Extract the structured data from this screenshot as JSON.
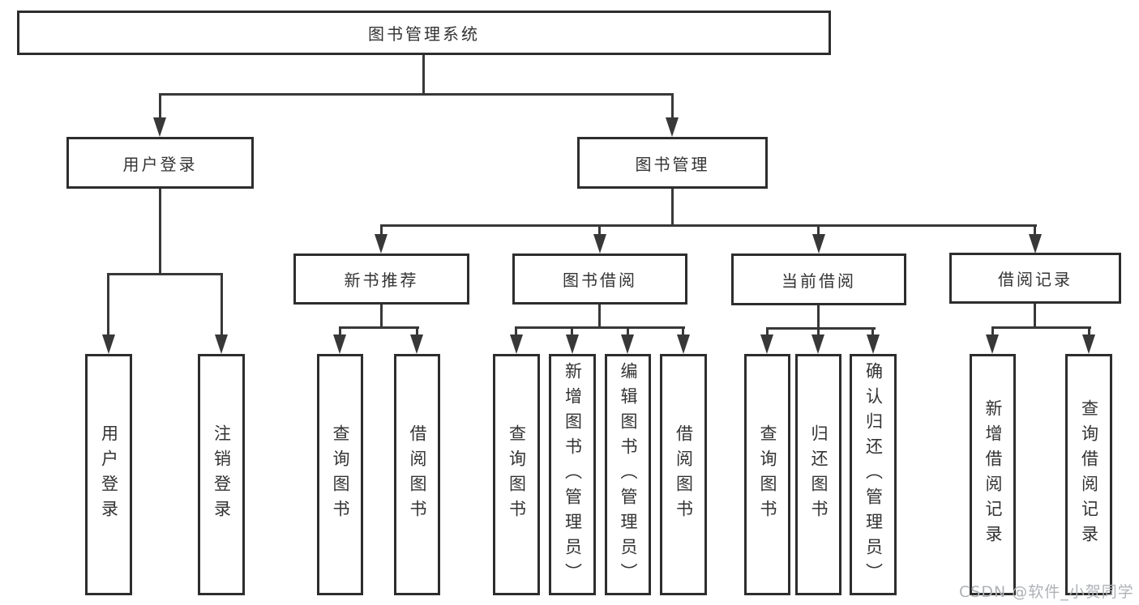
{
  "diagram": {
    "root": {
      "label": "图书管理系统",
      "children": [
        {
          "label": "用户登录",
          "children": [
            {
              "label": "用户登录"
            },
            {
              "label": "注销登录"
            }
          ]
        },
        {
          "label": "图书管理",
          "children": [
            {
              "label": "新书推荐",
              "children": [
                {
                  "label": "查询图书"
                },
                {
                  "label": "借阅图书"
                }
              ]
            },
            {
              "label": "图书借阅",
              "children": [
                {
                  "label": "查询图书"
                },
                {
                  "label": "新增图书（管理员）"
                },
                {
                  "label": "编辑图书（管理员）"
                },
                {
                  "label": "借阅图书"
                }
              ]
            },
            {
              "label": "当前借阅",
              "children": [
                {
                  "label": "查询图书"
                },
                {
                  "label": "归还图书"
                },
                {
                  "label": "确认归还（管理员）"
                }
              ]
            },
            {
              "label": "借阅记录",
              "children": [
                {
                  "label": "新增借阅记录"
                },
                {
                  "label": "查询借阅记录"
                }
              ]
            }
          ]
        }
      ]
    }
  },
  "watermark": {
    "text": "CSDN @软件_小贺同学"
  }
}
